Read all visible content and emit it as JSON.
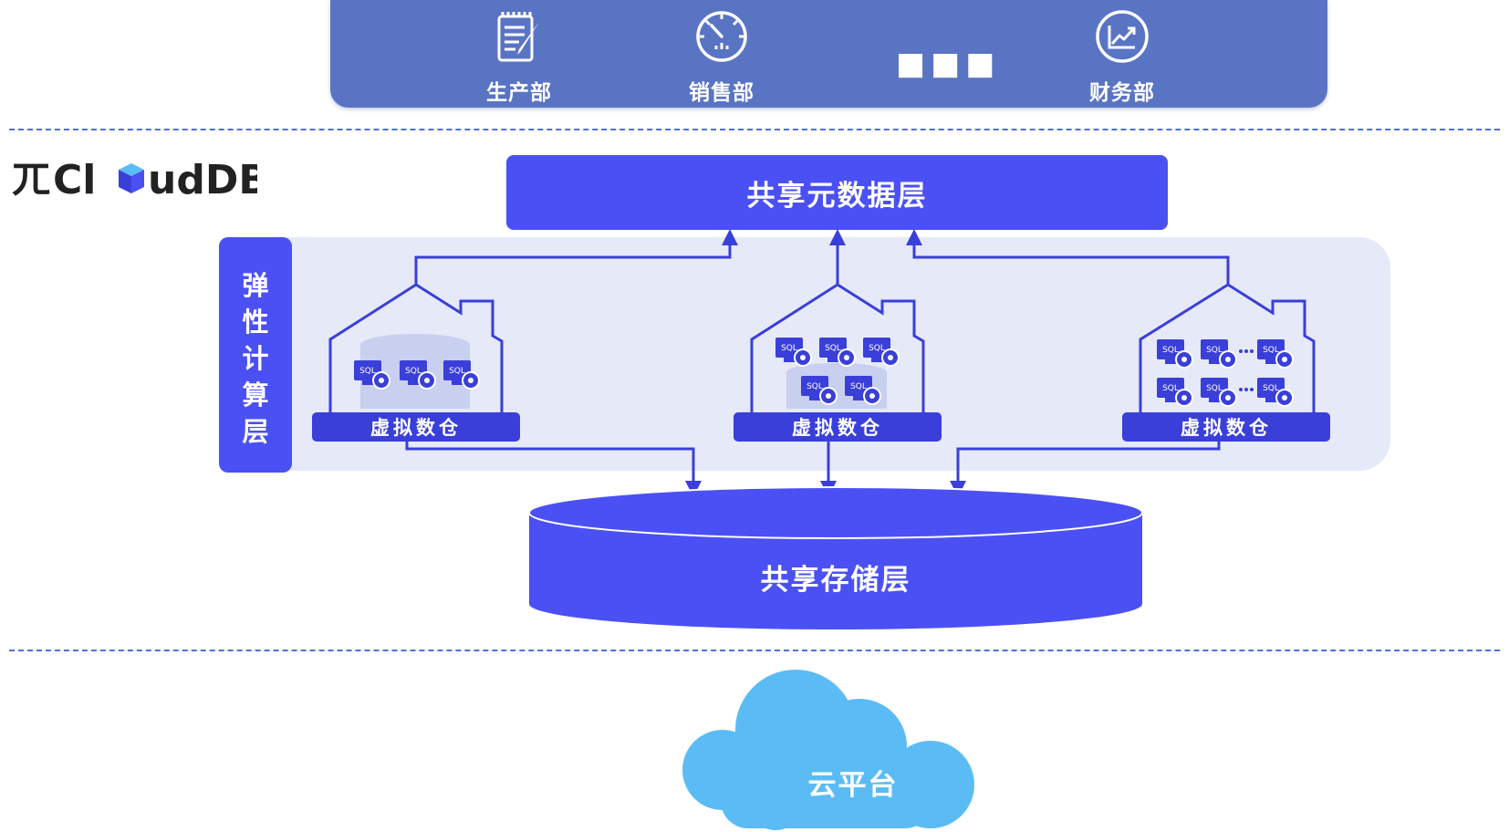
{
  "departments": [
    {
      "label": "生产部",
      "icon": "notepad-icon"
    },
    {
      "label": "销售部",
      "icon": "gauge-icon"
    },
    {
      "label": "财务部",
      "icon": "growth-chart-icon"
    }
  ],
  "ellipsis": "■■■",
  "logo": {
    "prefix": "ㄫ",
    "text_a": "Cl",
    "text_b": "udDB"
  },
  "layers": {
    "metadata": "共享元数据层",
    "compute_chars": [
      "弹",
      "性",
      "计",
      "算",
      "层"
    ],
    "storage": "共享存储层",
    "cloud": "云平台"
  },
  "warehouses": [
    {
      "label": "虚拟数仓"
    },
    {
      "label": "虚拟数仓"
    },
    {
      "label": "虚拟数仓"
    }
  ],
  "sql_tag": "SQL",
  "colors": {
    "dept_bar": "#5a74c4",
    "primary": "#4b50f5",
    "panel": "#e6e9f8",
    "line": "#3a3fd9",
    "cloud": "#5bbcf5",
    "separator": "#4e6fd6"
  }
}
